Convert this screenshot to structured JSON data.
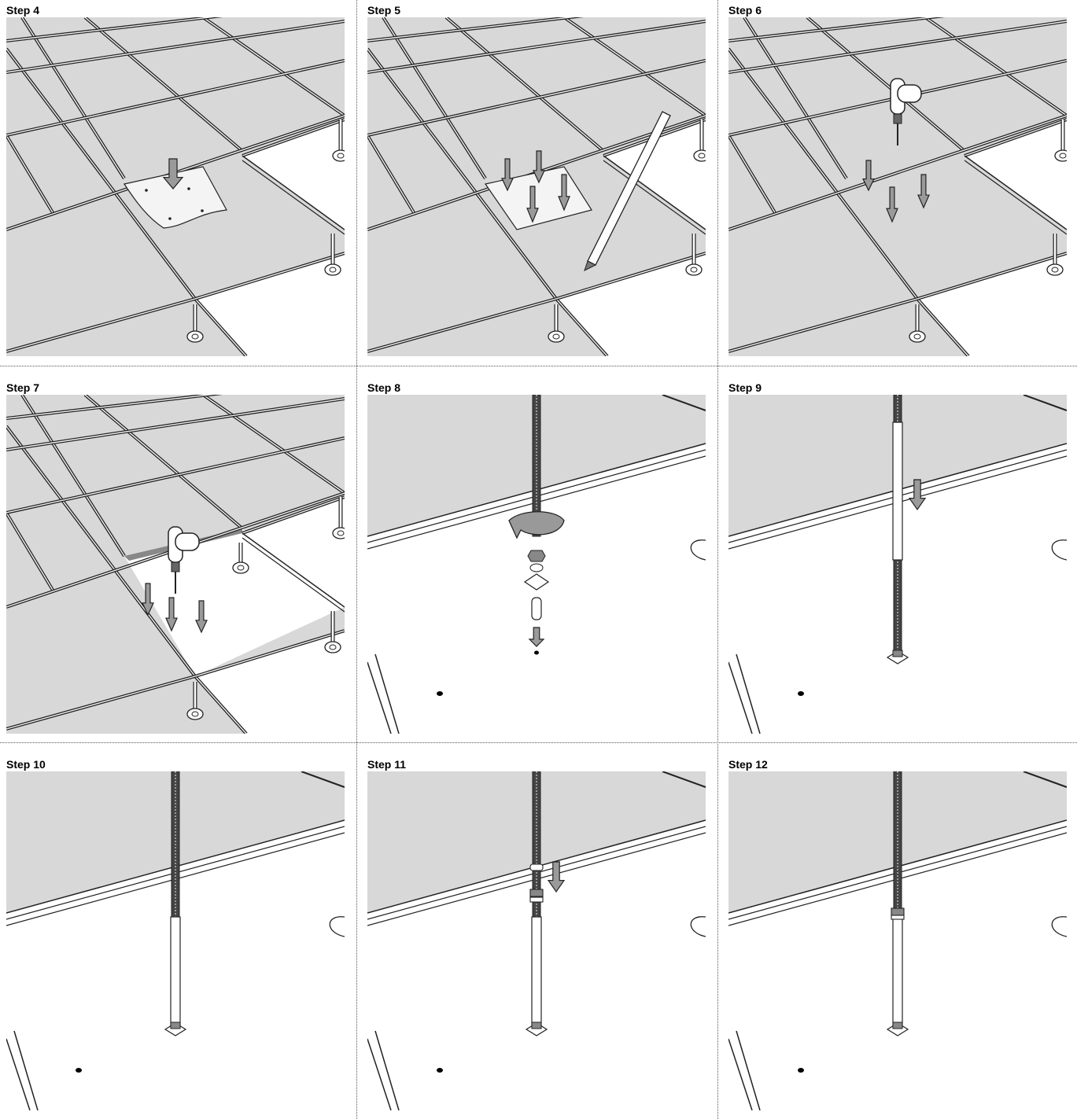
{
  "panels": [
    {
      "label": "Step 4",
      "scene": "floor",
      "detail": "template"
    },
    {
      "label": "Step 5",
      "scene": "floor",
      "detail": "mark"
    },
    {
      "label": "Step 6",
      "scene": "floor",
      "detail": "drill"
    },
    {
      "label": "Step 7",
      "scene": "floor-open",
      "detail": "drill-below"
    },
    {
      "label": "Step 8",
      "scene": "closeup",
      "detail": "rod-parts"
    },
    {
      "label": "Step 9",
      "scene": "closeup",
      "detail": "sleeve-down"
    },
    {
      "label": "Step 10",
      "scene": "closeup",
      "detail": "sleeve-installed"
    },
    {
      "label": "Step 11",
      "scene": "closeup",
      "detail": "nut-washer-down"
    },
    {
      "label": "Step 12",
      "scene": "closeup",
      "detail": "nut-tightened"
    }
  ],
  "colors": {
    "tile": "#d8d8d8",
    "grid_line": "#222222",
    "void": "#ffffff",
    "rod_dark": "#444444",
    "arrow_fill": "#9a9a9a"
  }
}
